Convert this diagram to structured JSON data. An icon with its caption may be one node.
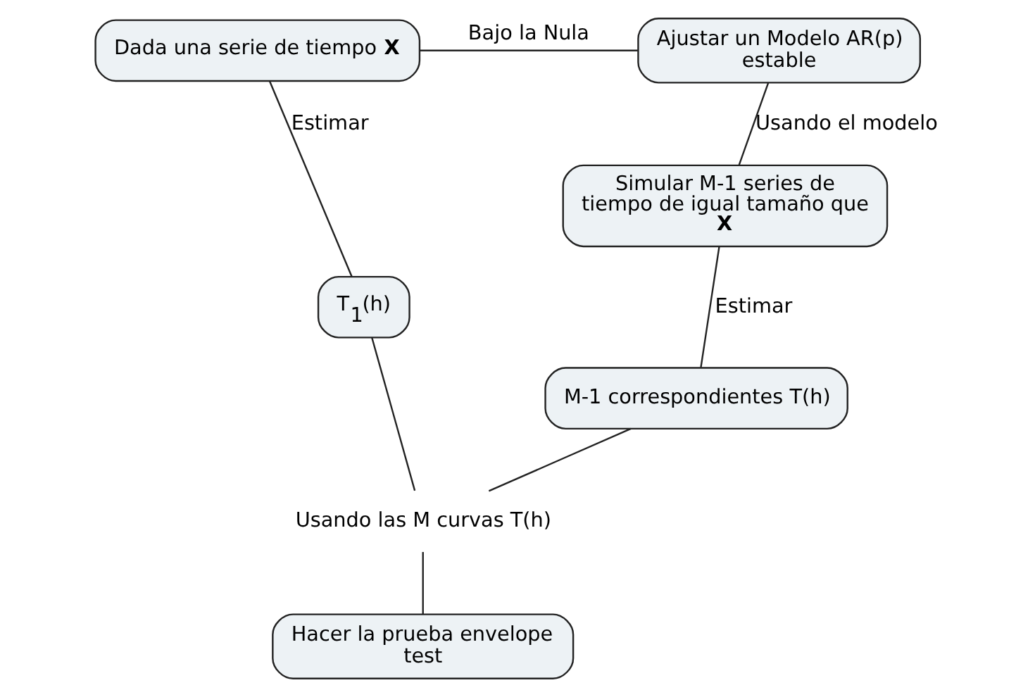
{
  "diagram": {
    "nodes": [
      {
        "text": [
          "Dada una serie de tiempo **X**"
        ]
      },
      {
        "text": [
          "Ajustar un Modelo AR(p) estable"
        ]
      },
      {
        "text": [
          "Simular M-1 series de tiempo de igual tamaño que **X**"
        ]
      },
      {
        "text": [
          "M-1 correspondientes T(h)"
        ]
      },
      {
        "text": [
          "T$_{1}$(h)"
        ]
      },
      {
        "text": [
          "Usando las M curvas T(h)"
        ]
      },
      {
        "text": [
          "Hacer la prueba envelope test"
        ]
      }
    ],
    "edges": [
      {
        "from": 0,
        "to": 1,
        "arrow": "none",
        "label": "Bajo la Nula"
      },
      {
        "from": 1,
        "to": 2,
        "arrow": "none",
        "label": "Usando el modelo"
      },
      {
        "from": 2,
        "to": 3,
        "arrow": "none",
        "label": "Estimar"
      },
      {
        "from": 0,
        "to": 4,
        "arrow": "none",
        "label": "Estimar"
      },
      {
        "from": 4,
        "to": 5,
        "arrow": "none"
      },
      {
        "from": 3,
        "to": 5,
        "arrow": "none"
      },
      {
        "from": 5,
        "to": 6,
        "arrow": "none"
      }
    ]
  }
}
